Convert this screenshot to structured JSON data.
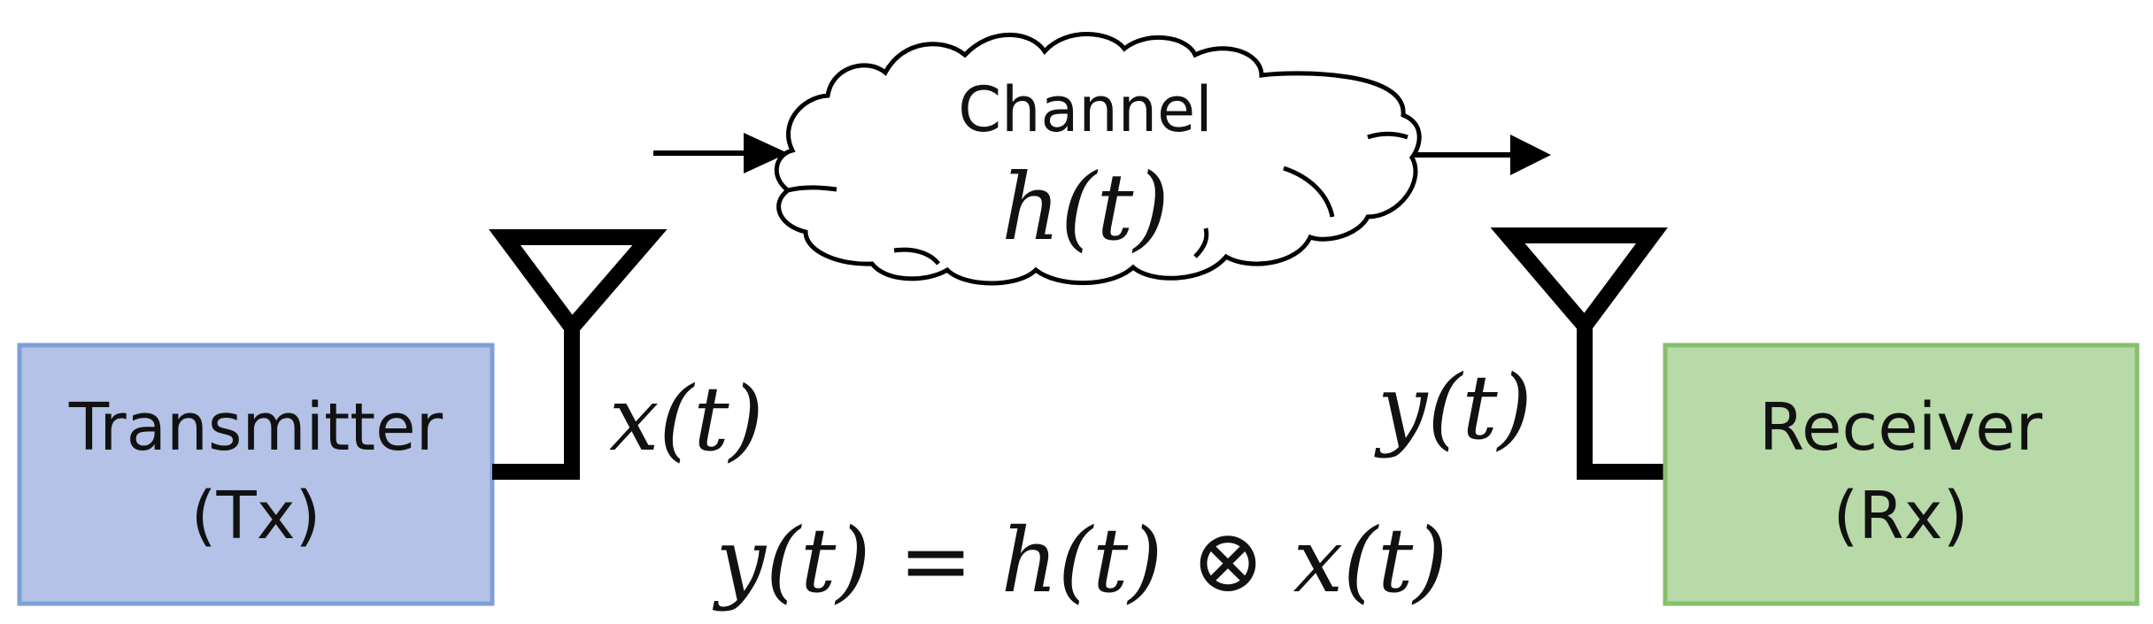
{
  "transmitter": {
    "label_line1": "Transmitter",
    "label_line2": "(Tx)",
    "fill_color": "#b3c2e6",
    "border_color": "#7f9fd6"
  },
  "receiver": {
    "label_line1": "Receiver",
    "label_line2": "(Rx)",
    "fill_color": "#b8d9a8",
    "border_color": "#86c06a"
  },
  "channel": {
    "label": "Channel",
    "function": "h(t)"
  },
  "signals": {
    "transmitted": "x(t)",
    "received": "y(t)"
  },
  "equation": "y(t) = h(t) ⊗ x(t)",
  "icons": {
    "tx_antenna": "antenna-icon",
    "rx_antenna": "antenna-icon",
    "channel_shape": "cloud-icon"
  }
}
